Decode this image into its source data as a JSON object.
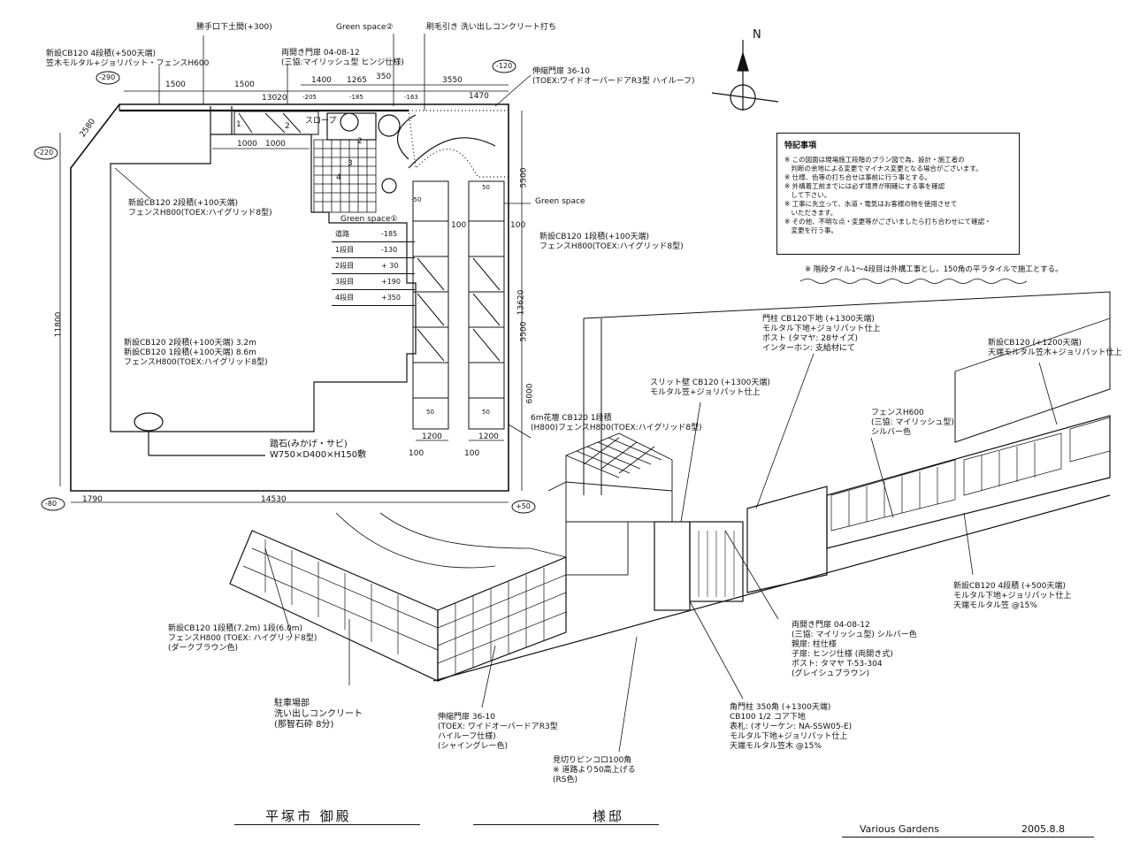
{
  "plan": {
    "labels": {
      "new_cb_top": [
        "新設CB120 4段積(+500天端)",
        "笠木モルタル+ジョリパット・フェンスH600"
      ],
      "kitchen_drain": "勝手口下土間(+300)",
      "green_space_2": "Green space②",
      "wash_concrete_top": "刷毛引き 洗い出しコンクリート打ち",
      "gate_door": [
        "両開き門扉 04-08-12",
        "(三協:マイリッシュ型 ヒンジ仕様)"
      ],
      "slide_gate_top": [
        "伸縮門扉 36-10",
        "(TOEX:ワイドオーバードアR3型 ハイルーフ)"
      ],
      "new_cb_2_left": [
        "新設CB120 2段積(+100天端)",
        "フェンスH800(TOEX:ハイグリッド8型)"
      ],
      "green_space_1": "Green space①",
      "green_space": "Green space",
      "new_cb_1_right": [
        "新設CB120 1段積(+100天端)",
        "フェンスH800(TOEX:ハイグリッド8型)"
      ],
      "new_cb_mixed": [
        "新設CB120 2段積(+100天端) 3.2m",
        "新設CB120 1段積(+100天端) 8.6m",
        "フェンスH800(TOEX:ハイグリッド8型)"
      ],
      "new_cb_bottom_right": [
        "6m花壇 CB120 1段積",
        "(H800)フェンスH800(TOEX:ハイグリッド8型)"
      ],
      "stepping_stone": [
        "踏石(みかげ・サビ)",
        "W750×D400×H150敷"
      ],
      "slope": "スロープ"
    },
    "dims": {
      "d1500a": "1500",
      "d1500b": "1500",
      "d13020": "13020",
      "d1400": "1400",
      "d1265": "1265",
      "d350": "350",
      "d3550": "3550",
      "d1470": "1470",
      "d205": "-205",
      "d185": "-185",
      "d163": "-163",
      "d2580": "2580",
      "d1000a": "1000",
      "d1000b": "1000",
      "d5500a": "5500",
      "d5500b": "5500",
      "d13620": "13620",
      "d11800": "11800",
      "d6000": "6000",
      "d1200a": "1200",
      "d1200b": "1200",
      "d100a": "100",
      "d100b": "100",
      "d100c": "100",
      "d100d": "100",
      "d1790": "1790",
      "d14530": "14530",
      "d50a": "50",
      "d50b": "50",
      "d50c": "-50",
      "d50d": "50",
      "d1": "1",
      "d2": "2",
      "d3": "3",
      "d4": "4",
      "d2b": "2"
    },
    "levels": {
      "l290": "-290",
      "l220": "-220",
      "l120": "-120",
      "l80": "-80",
      "l50": "+50"
    },
    "step_table": [
      [
        "道路",
        "-185"
      ],
      [
        "1段目",
        "-130"
      ],
      [
        "2段目",
        "+ 30"
      ],
      [
        "3段目",
        "+190"
      ],
      [
        "4段目",
        "+350"
      ]
    ]
  },
  "compass": {
    "north": "N"
  },
  "notes": {
    "title": "特記事項",
    "lines": [
      "※ この図面は現場施工段階のプラン図で為、設計・施工者の",
      "　判断の余地による変更でマイナス変更となる場合がございます。",
      "※ 仕様、色等の打ち合せは事前に行う事とする。",
      "※ 外構着工前までには必ず境界が明確にする事を確認",
      "　して下さい。",
      "※ 工事に先立って、水道・電気はお客様の物を使用させて",
      "　いただきます。",
      "※ その他、不明な点・変更等がございましたら打ち合わせにて確認・",
      "　変更を行う事。"
    ],
    "footnote": "※ 階段タイル1～4段目は外構工事とし、150角の平ラタイルで施工とする。"
  },
  "elevation": {
    "labels": {
      "slit_wall": [
        "スリット壁 CB120 (+1300天端)",
        "モルタル笠+ジョリパット仕上"
      ],
      "gate_pillar": [
        "門柱 CB120下地 (+1300天端)",
        "モルタル下地+ジョリパット仕上",
        "ポスト (タマヤ: 28サイズ)",
        "インターホン: 支給材にて"
      ],
      "fence_h600": [
        "フェンスH600",
        "(三協: マイリッシュ型)",
        "シルバー色"
      ],
      "new_cb_1200": [
        "新設CB120 (+1200天端)",
        "天端モルタル笠木+ジョリパット仕上"
      ],
      "new_cb_4": [
        "新設CB120 4段積 (+500天端)",
        "モルタル下地+ジョリパット仕上",
        "天端モルタル笠 @15%"
      ],
      "double_gate": [
        "両開き門扉 04-08-12",
        "(三協: マイリッシュ型) シルバー色",
        "親扉: 柱仕様",
        "子扉: ヒンジ仕様 (両開き式)",
        "ポスト: タマヤ T-53-304",
        "(グレイシュブラウン)"
      ],
      "new_cb_step_fence": [
        "新設CB120 1段積(7.2m) 1段(6.0m)",
        "フェンスH800 (TOEX: ハイグリッド8型)",
        "(ダークブラウン色)"
      ],
      "parking": [
        "駐車場部",
        "洗い出しコンクリート",
        "(那智石砕 8分)"
      ],
      "slide_gate_elev": [
        "伸縮門扉 36-10",
        "(TOEX: ワイドオーバードアR3型",
        "ハイルーフ仕様)",
        "(シャイングレー色)"
      ],
      "pillar_350": [
        "角門柱 350角 (+1300天端)",
        "CB100 1/2 コア下地",
        "表札: (オリーケン: NA-SSW05-E)",
        "モルタル下地+ジョリパット仕上",
        "天端モルタル笠木 @15%"
      ],
      "edging": [
        "見切りピンコロ100角",
        "※ 道路より50高上げる",
        "(RS色)"
      ]
    }
  },
  "footer": {
    "city": "平塚市 御殿",
    "client": "様邸",
    "company": "Various Gardens",
    "date": "2005.8.8"
  }
}
